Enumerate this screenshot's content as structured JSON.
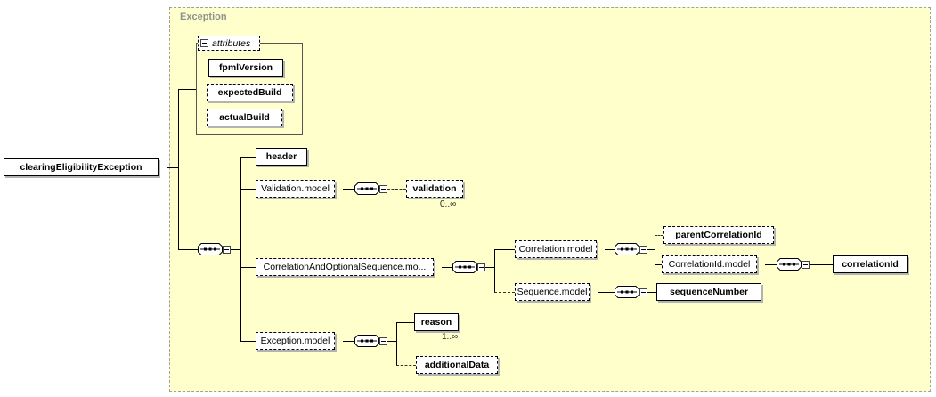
{
  "diagram": {
    "region_label": "Exception",
    "colors": {
      "region_bg": "#ffffcc",
      "box_shadow": "#b3b3b3",
      "label_gray": "#909090"
    },
    "root": {
      "label": "clearingEligibilityException"
    },
    "attributes": {
      "group_label": "attributes",
      "fpml_version": "fpmlVersion",
      "expected_build": "expectedBuild",
      "actual_build": "actualBuild"
    },
    "nodes": {
      "header": "header",
      "validation_model": "Validation.model",
      "validation": "validation",
      "validation_occurs": "0..∞",
      "corr_opt_seq_model": "CorrelationAndOptionalSequence.mo...",
      "correlation_model": "Correlation.model",
      "parent_correlation_id": "parentCorrelationId",
      "correlation_id_model": "CorrelationId.model",
      "correlation_id": "correlationId",
      "sequence_model": "Sequence.model",
      "sequence_number": "sequenceNumber",
      "exception_model": "Exception.model",
      "reason": "reason",
      "reason_occurs": "1..∞",
      "additional_data": "additionalData"
    }
  }
}
